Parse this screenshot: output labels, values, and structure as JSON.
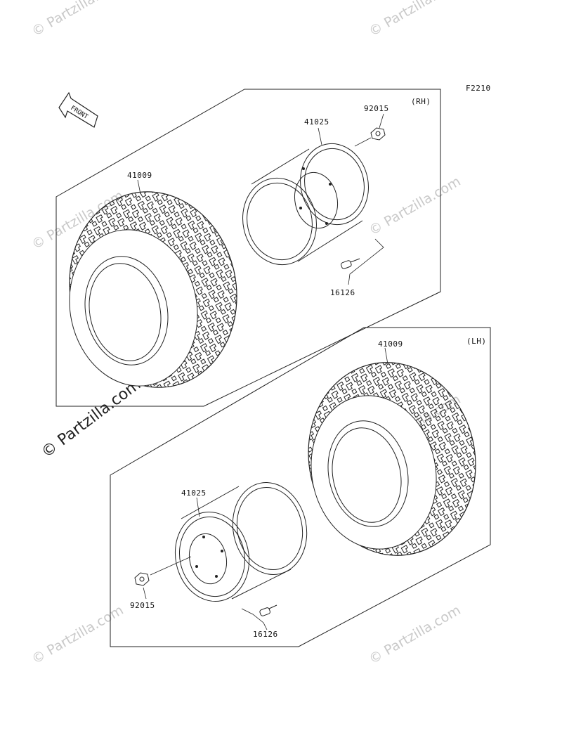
{
  "diagram": {
    "figure_code": "F2210",
    "front_label": "FRONT",
    "watermark": "© Partzilla.com",
    "sections": {
      "rh": {
        "side_label": "(RH)",
        "parts": {
          "tire": "41009",
          "wheel": "41025",
          "nut": "92015",
          "valve": "16126"
        }
      },
      "lh": {
        "side_label": "(LH)",
        "parts": {
          "tire": "41009",
          "wheel": "41025",
          "nut": "92015",
          "valve": "16126"
        }
      }
    }
  }
}
